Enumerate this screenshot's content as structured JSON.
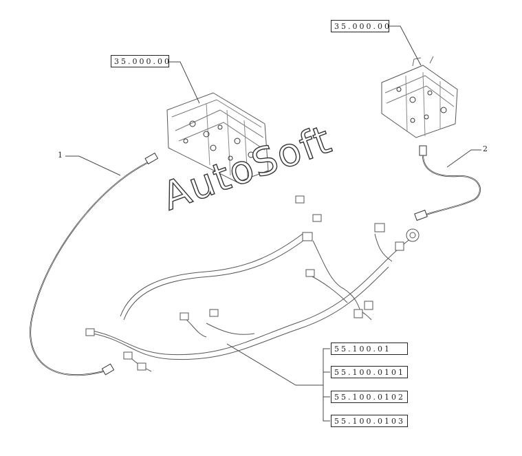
{
  "references": {
    "top_left": "35.000.00",
    "top_right": "35.000.00",
    "group": [
      "55.100.01",
      "55.100.0101",
      "55.100.0102",
      "55.100.0103"
    ]
  },
  "callouts": {
    "item1": "1",
    "item2": "2"
  },
  "watermark": "AutoSoft",
  "icons": [
    "valve-block-left",
    "valve-block-right",
    "cable-1",
    "cable-2",
    "wiring-harness"
  ]
}
